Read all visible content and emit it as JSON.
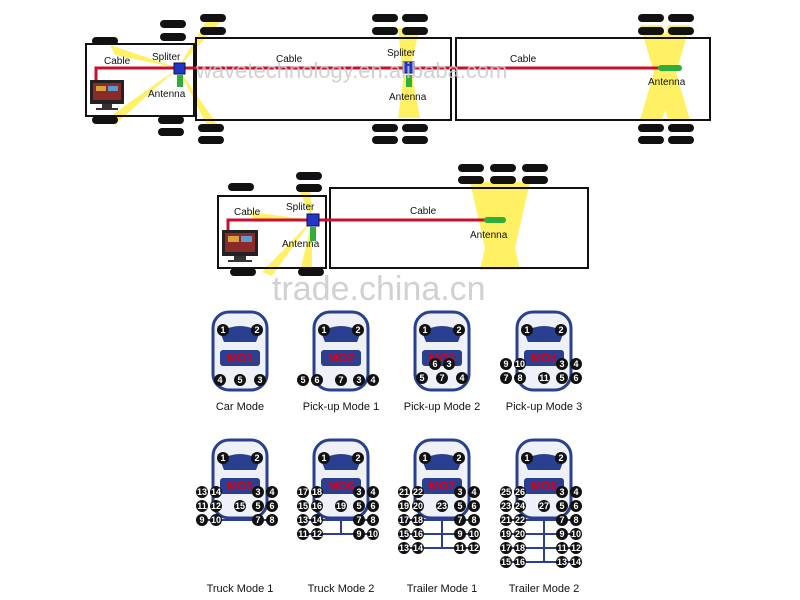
{
  "top_diagram": {
    "cable_label": "Cable",
    "spliter_label": "Spliter",
    "antenna_label": "Antenna"
  },
  "mid_diagram": {
    "cable_label": "Cable",
    "spliter_label": "Spliter",
    "antenna_label": "Antenna"
  },
  "watermarks": [
    "wavetechnology.en.alibaba.com",
    "trade.china.cn"
  ],
  "modes": [
    {
      "code": "MO1",
      "label": "Car Mode",
      "rows": [
        [
          "1",
          "2"
        ],
        [
          "4",
          "5",
          "3"
        ]
      ]
    },
    {
      "code": "MO2",
      "label": "Pick-up Mode 1",
      "rows": [
        [
          "1",
          "2"
        ],
        [
          "5",
          "6",
          "7",
          "3",
          "4"
        ]
      ]
    },
    {
      "code": "MO3",
      "label": "Pick-up Mode 2",
      "rows": [
        [
          "1",
          "2"
        ],
        [
          "6",
          "3"
        ],
        [
          "5",
          "7",
          "4"
        ]
      ]
    },
    {
      "code": "MO4",
      "label": "Pick-up Mode 3",
      "rows": [
        [
          "1",
          "2"
        ],
        [
          "9",
          "10",
          "3",
          "4"
        ],
        [
          "7",
          "8",
          "11",
          "5",
          "6"
        ]
      ]
    },
    {
      "code": "MO5",
      "label": "Truck Mode 1",
      "rows": [
        [
          "1",
          "2"
        ],
        [
          "13",
          "14",
          "3",
          "4"
        ],
        [
          "11",
          "12",
          "15",
          "5",
          "6"
        ],
        [
          "9",
          "10",
          "7",
          "8"
        ]
      ]
    },
    {
      "code": "MO6",
      "label": "Truck Mode 2",
      "rows": [
        [
          "1",
          "2"
        ],
        [
          "17",
          "18",
          "3",
          "4"
        ],
        [
          "15",
          "16",
          "19",
          "5",
          "6"
        ],
        [
          "13",
          "14",
          "7",
          "8"
        ],
        [
          "11",
          "12",
          "9",
          "10"
        ]
      ]
    },
    {
      "code": "MO7",
      "label": "Trailer Mode 1",
      "rows": [
        [
          "1",
          "2"
        ],
        [
          "21",
          "22",
          "3",
          "4"
        ],
        [
          "19",
          "20",
          "23",
          "5",
          "6"
        ],
        [
          "17",
          "18",
          "7",
          "8"
        ],
        [
          "15",
          "16",
          "9",
          "10"
        ],
        [
          "13",
          "14",
          "11",
          "12"
        ]
      ]
    },
    {
      "code": "MO8",
      "label": "Trailer Mode 2",
      "rows": [
        [
          "1",
          "2"
        ],
        [
          "25",
          "26",
          "3",
          "4"
        ],
        [
          "23",
          "24",
          "27",
          "5",
          "6"
        ],
        [
          "21",
          "22",
          "7",
          "8"
        ],
        [
          "19",
          "20",
          "9",
          "10"
        ],
        [
          "17",
          "18",
          "11",
          "12"
        ],
        [
          "15",
          "16",
          "13",
          "14"
        ]
      ]
    }
  ]
}
